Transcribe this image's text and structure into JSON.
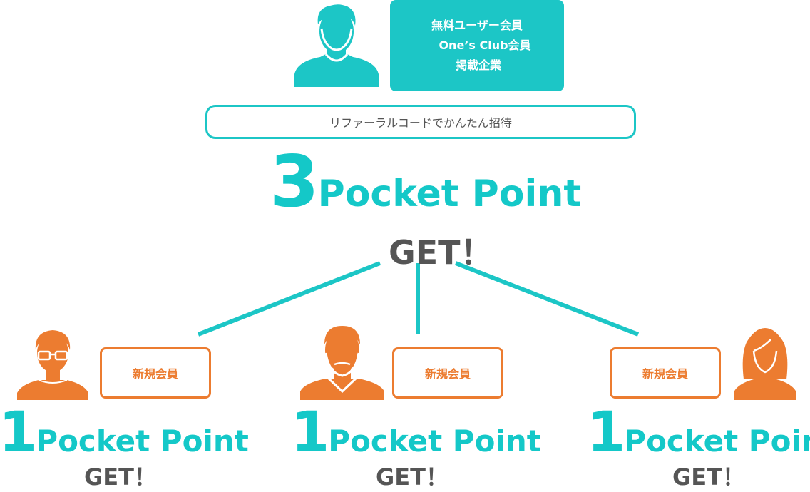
{
  "referrer": {
    "lines": [
      "無料ユーザー会員",
      "One’s Club会員",
      "掲載企業"
    ]
  },
  "referral_text": "リファーラルコードでかんたん招待",
  "main_reward": {
    "number": "3",
    "label": "Pocket Point",
    "get": "GET！"
  },
  "new_members": [
    {
      "box_label": "新規会員",
      "number": "1",
      "label": "Pocket Point",
      "get": "GET！",
      "avatar": "man-glasses-icon"
    },
    {
      "box_label": "新規会員",
      "number": "1",
      "label": "Pocket Point",
      "get": "GET！",
      "avatar": "man-beard-icon"
    },
    {
      "box_label": "新規会員",
      "number": "1",
      "label": "Pocket Point",
      "get": "GET！",
      "avatar": "woman-icon"
    }
  ],
  "colors": {
    "teal": "#1cc6c6",
    "orange": "#ec7c30",
    "gray": "#555555"
  }
}
